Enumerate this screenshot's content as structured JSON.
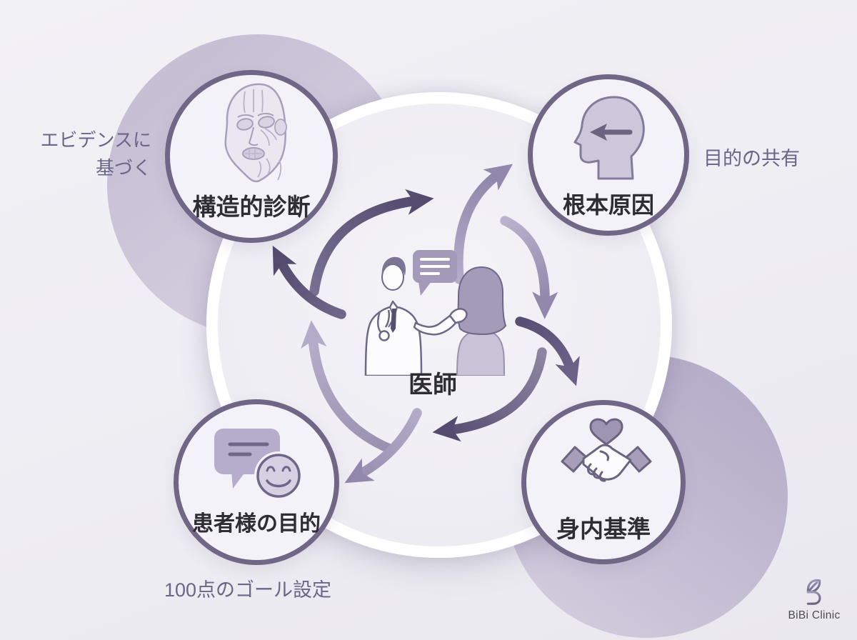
{
  "center_node": {
    "label": "医師",
    "icon": "doctor-patient-consultation"
  },
  "nodes": [
    {
      "id": "structural-diagnosis",
      "label": "構造的診断",
      "icon": "facial-anatomy-icon",
      "position": "top-left"
    },
    {
      "id": "root-cause",
      "label": "根本原因",
      "icon": "head-profile-arrow-icon",
      "position": "top-right"
    },
    {
      "id": "patient-goal",
      "label": "患者様の目的",
      "icon": "chat-bubble-smiley-icon",
      "position": "bottom-left"
    },
    {
      "id": "family-standard",
      "label": "身内基準",
      "icon": "handshake-heart-icon",
      "position": "bottom-right"
    }
  ],
  "side_labels": [
    {
      "id": "evidence-based",
      "lines": [
        "エビデンスに",
        "基づく"
      ],
      "attached_to": "structural-diagnosis"
    },
    {
      "id": "purpose-sharing",
      "text": "目的の共有",
      "attached_to": "root-cause"
    },
    {
      "id": "goal-setting",
      "text": "100点のゴール設定",
      "attached_to": "patient-goal"
    }
  ],
  "cycle": {
    "direction": "clockwise",
    "inner_arrows": 4,
    "outer_arrows": 4
  },
  "logo": {
    "text": "BiBi Clinic",
    "mark": "bibi-leaf-b-monogram"
  },
  "colors": {
    "background": "#eeedf3",
    "arrow_dark": "#574f73",
    "arrow_light": "#a9a1c0",
    "node_border": "#6f6785",
    "node_fill": "#f3f2f8",
    "node_text": "#2d2d33",
    "side_label_text": "#6b6588",
    "blob": "#c3bcd3",
    "ring": "#ffffff"
  }
}
